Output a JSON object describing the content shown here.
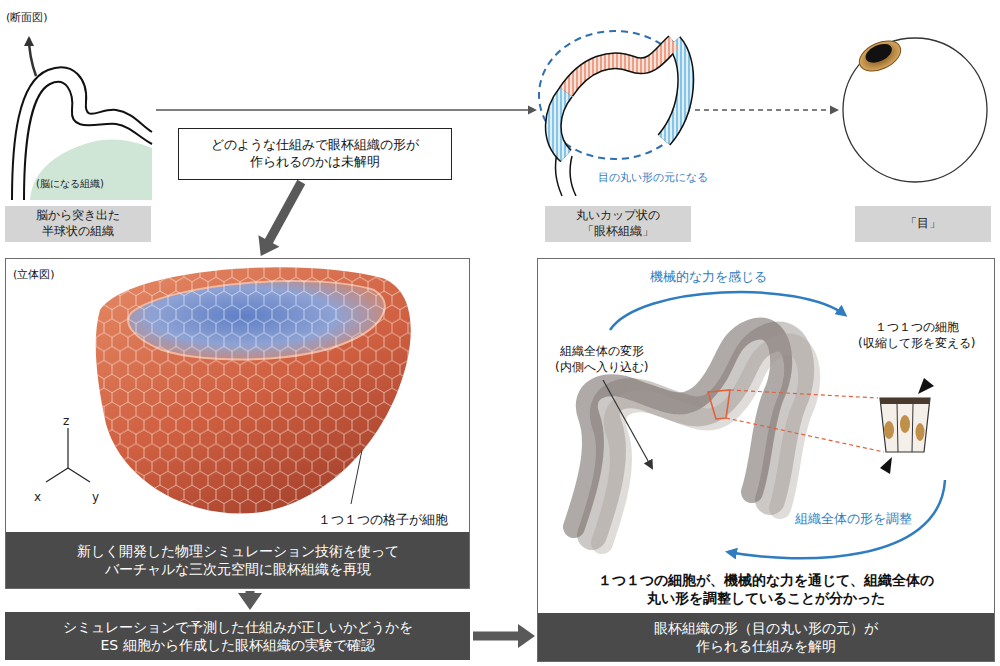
{
  "diagram": {
    "nodes": [
      {
        "text": [
          "脳から突き出た 半球状の組織"
        ]
      },
      {
        "text": [
          "どのような仕組みで眼杯組織の形が 作られるのかは未解明"
        ]
      },
      {
        "text": [
          "丸いカップ状の 「眼杯組織」"
        ]
      },
      {
        "text": [
          "「目」"
        ]
      },
      {
        "text": [
          "(立体図)"
        ]
      },
      {
        "text": [
          "新しく開発した物理シミュレーション技術を使って バーチャルな三次元空間に眼杯組織を再現"
        ],
        "in": 4
      },
      {
        "text": [
          "シミュレーションで予測した仕組みが正しいかどうかを ES 細胞から作成した眼杯組織の実験で確認"
        ]
      },
      {
        "text": [
          "１つ１つの細胞が、機械的な力を通じて、組織全体の 丸い形を調整していることが分かった"
        ]
      },
      {
        "text": [
          "眼杯組織の形（目の丸い形の元）が 作られる仕組みを解明"
        ],
        "in": 7
      }
    ],
    "edges": [
      {
        "from": 0,
        "to": 2,
        "arrow": "to"
      },
      {
        "from": 2,
        "to": 3,
        "arrow": "to"
      },
      {
        "from": 1,
        "to": 4,
        "arrow": "to"
      },
      {
        "from": 4,
        "to": 6,
        "arrow": "to"
      },
      {
        "from": 6,
        "to": 8,
        "arrow": "to"
      }
    ],
    "labels": [
      "(断面図)",
      "(脳になる組織)",
      "目の丸い形の元になる",
      "z",
      "x",
      "y",
      "１つ１つの格子が細胞",
      "機械的な力を感じる",
      "組織全体の変形 (内側へ入り込む)",
      "１つ１つの細胞 (収縮して形を変える)",
      "組織全体の形を調整"
    ]
  }
}
